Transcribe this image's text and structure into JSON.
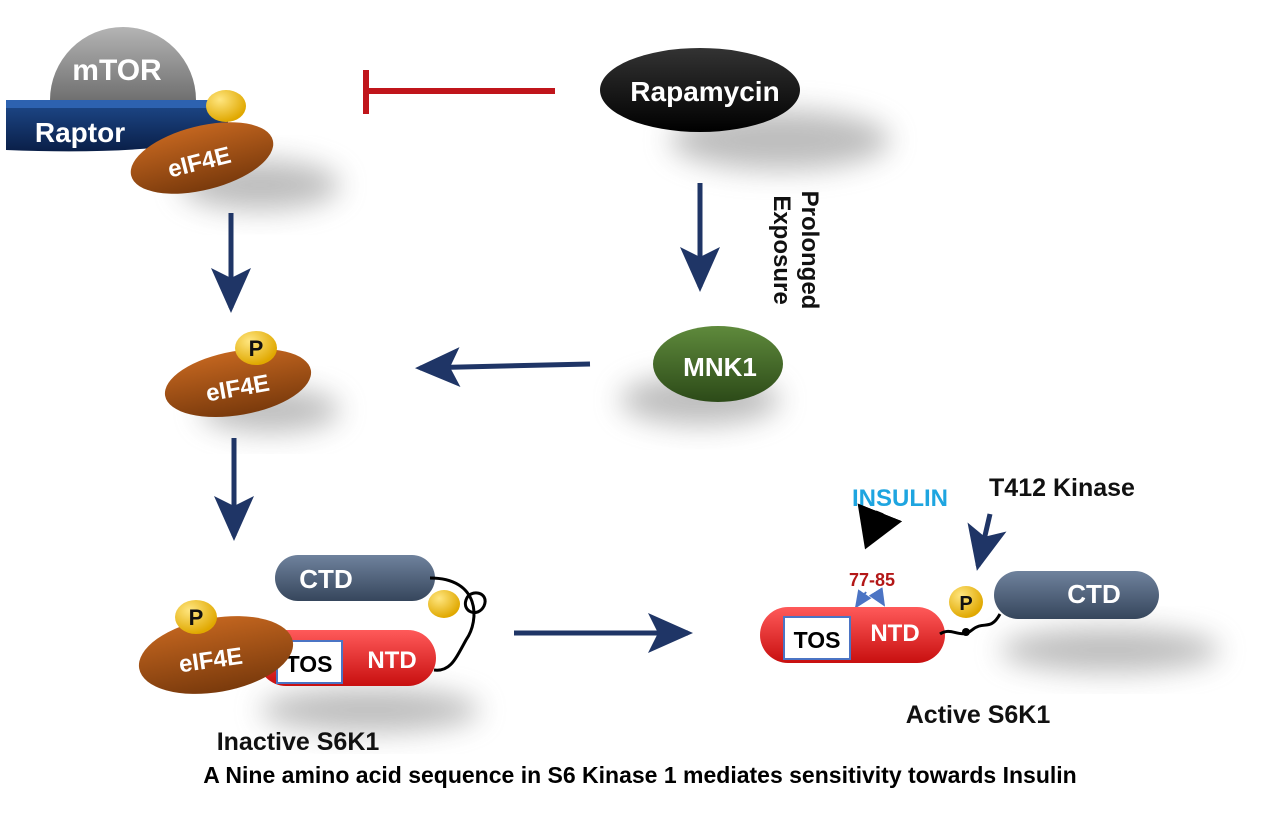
{
  "mtor_complex": {
    "mtor": "mTOR",
    "raptor": "Raptor",
    "eif4e": "eIF4E"
  },
  "rapamycin": "Rapamycin",
  "prolonged_exposure": [
    "Prolonged",
    "Exposure"
  ],
  "mnk1": "MNK1",
  "phospho_eif4e": {
    "phospho": "P",
    "eif4e": "eIF4E"
  },
  "inactive_s6k1": {
    "ctd": "CTD",
    "phospho": "P",
    "eif4e": "eIF4E",
    "tos": "TOS",
    "ntd": "NTD",
    "label": "Inactive S6K1"
  },
  "active_s6k1": {
    "insulin": "INSULIN",
    "t412_kinase": "T412 Kinase",
    "residues": "77-85",
    "phospho": "P",
    "ctd": "CTD",
    "tos": "TOS",
    "ntd": "NTD",
    "label": "Active S6K1"
  },
  "caption": "A Nine amino acid sequence in S6 Kinase 1 mediates sensitivity towards Insulin",
  "colors": {
    "arrow": "#1f3566",
    "inhibit": "#c0151b",
    "eif4e": "#a04e12",
    "mnk1": "#3e6426",
    "raptor": "#0d2a5a",
    "ctd": "#4a5c75",
    "ntd": "#e41f1f",
    "phospho": "#f2c200",
    "insulin": "#1ea5e0",
    "residues": "#b31717"
  }
}
